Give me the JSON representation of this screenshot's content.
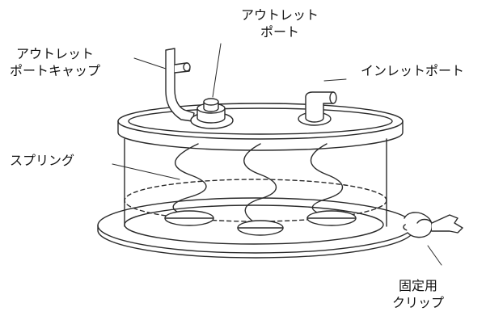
{
  "colors": {
    "stroke": "#2a2a2a",
    "background": "#ffffff",
    "text": "#111111"
  },
  "labels": {
    "outlet_port": {
      "line1": "アウトレット",
      "line2": "ポート"
    },
    "outlet_port_cap": {
      "line1": "アウトレット",
      "line2": "ポートキャップ"
    },
    "inlet_port": "インレットポート",
    "spring": "スプリング",
    "fixing_clip": {
      "line1": "固定用",
      "line2": "クリップ"
    }
  }
}
